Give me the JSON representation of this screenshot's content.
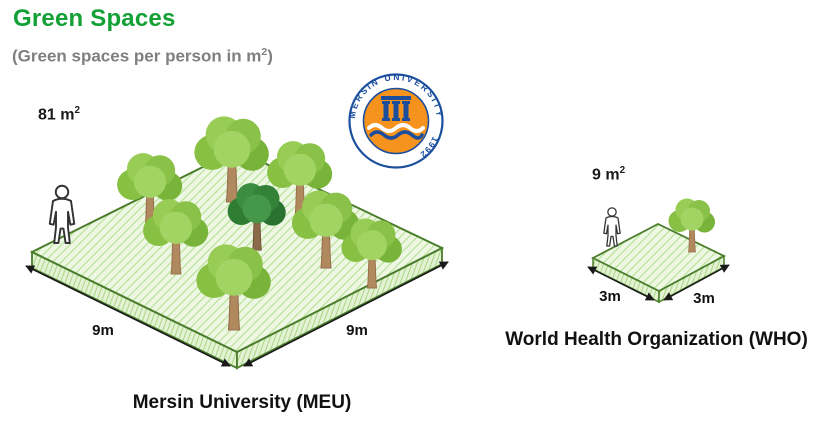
{
  "page": {
    "title": "Green Spaces",
    "subtitle_pre": "(Green spaces per person in m",
    "subtitle_sup": "2",
    "subtitle_post": ")"
  },
  "logo": {
    "arc_text": "MERSIN UNIVERSITY",
    "year": "1992"
  },
  "meu": {
    "area_pre": "81 m",
    "area_sup": "2",
    "side_left": "9m",
    "side_right": "9m",
    "caption": "Mersin University (MEU)"
  },
  "who": {
    "area_pre": "9 m",
    "area_sup": "2",
    "side_left": "3m",
    "side_right": "3m",
    "caption": "World Health Organization (WHO)"
  },
  "chart_data": {
    "type": "pictorial-area-comparison",
    "title": "Green Spaces",
    "subtitle": "Green spaces per person in m²",
    "items": [
      {
        "label": "Mersin University (MEU)",
        "area_m2": 81,
        "side_length_m": 9
      },
      {
        "label": "World Health Organization (WHO)",
        "area_m2": 9,
        "side_length_m": 3
      }
    ]
  },
  "colors": {
    "title_green": "#13a035",
    "subtitle_gray": "#7f7f7f",
    "logo_blue": "#1b4f9e",
    "logo_orange": "#f6921e",
    "platform_green": "#b4e194",
    "platform_border": "#4a7d2c"
  }
}
